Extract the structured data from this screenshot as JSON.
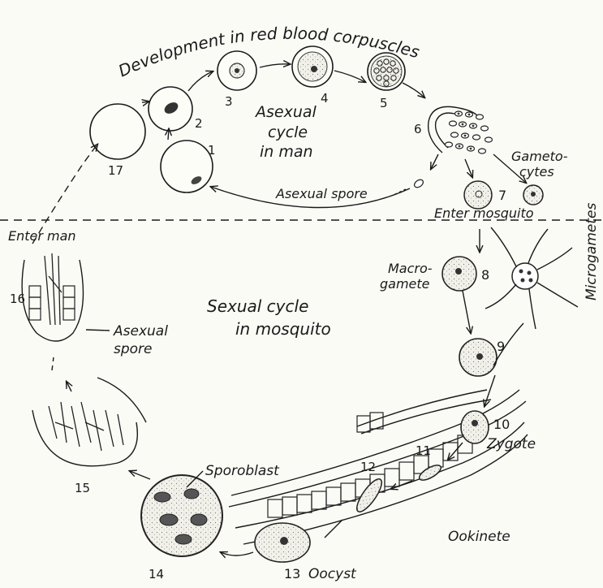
{
  "title": "Development in red blood corpuscles",
  "regions": {
    "asexual": [
      "Asexual",
      "cycle",
      "in man"
    ],
    "sexual": [
      "Sexual cycle",
      "in mosquito"
    ]
  },
  "labels": {
    "asexual_spore_top": "Asexual spore",
    "gametocytes": [
      "Gameto-",
      "cytes"
    ],
    "enter_mosquito": "Enter mosquito",
    "enter_man": "Enter man",
    "macrogamete": [
      "Macro-",
      "gamete"
    ],
    "microgametes": "Microgametes",
    "zygote": "Zygote",
    "ookinete": "Ookinete",
    "oocyst": "Oocyst",
    "sporoblast": "Sporoblast",
    "asexual_spore_left": [
      "Asexual",
      "spore"
    ]
  },
  "stages": [
    "1",
    "2",
    "3",
    "4",
    "5",
    "6",
    "7",
    "8",
    "9",
    "10",
    "11",
    "12",
    "13",
    "14",
    "15",
    "16",
    "17"
  ]
}
